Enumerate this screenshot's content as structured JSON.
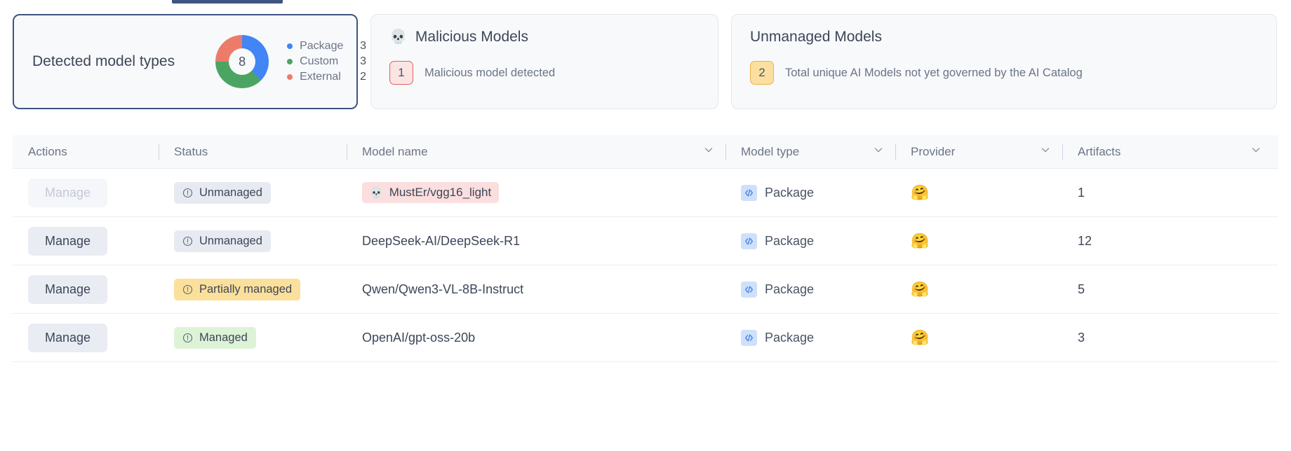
{
  "tab_strip": {
    "active_tab_indicator": "active-tab"
  },
  "cards": {
    "detected": {
      "title": "Detected model types",
      "center_total": "8",
      "legend": [
        {
          "label": "Package",
          "value": "3",
          "color": "#4285f4"
        },
        {
          "label": "Custom",
          "value": "3",
          "color": "#4ca463"
        },
        {
          "label": "External",
          "value": "2",
          "color": "#ec7b6a"
        }
      ]
    },
    "malicious": {
      "icon": "skull-icon",
      "title": "Malicious Models",
      "count": "1",
      "description": "Malicious model detected"
    },
    "unmanaged": {
      "title": "Unmanaged Models",
      "count": "2",
      "description": "Total unique AI Models not yet governed by the AI Catalog"
    }
  },
  "table": {
    "columns": [
      {
        "label": "Actions",
        "sortable": false
      },
      {
        "label": "Status",
        "sortable": false
      },
      {
        "label": "Model name",
        "sortable": true
      },
      {
        "label": "Model type",
        "sortable": true
      },
      {
        "label": "Provider",
        "sortable": true
      },
      {
        "label": "Artifacts",
        "sortable": true
      }
    ],
    "rows": [
      {
        "action_label": "Manage",
        "action_disabled": true,
        "status": "Unmanaged",
        "status_style": "grey",
        "model_name": "MustEr/vgg16_light",
        "malicious": true,
        "model_type": "Package",
        "provider_icon": "huggingface-icon",
        "provider_glyph": "🤗",
        "artifacts": "1"
      },
      {
        "action_label": "Manage",
        "action_disabled": false,
        "status": "Unmanaged",
        "status_style": "grey",
        "model_name": "DeepSeek-AI/DeepSeek-R1",
        "malicious": false,
        "model_type": "Package",
        "provider_icon": "huggingface-icon",
        "provider_glyph": "🤗",
        "artifacts": "12"
      },
      {
        "action_label": "Manage",
        "action_disabled": false,
        "status": "Partially managed",
        "status_style": "amber",
        "model_name": "Qwen/Qwen3-VL-8B-Instruct",
        "malicious": false,
        "model_type": "Package",
        "provider_icon": "huggingface-icon",
        "provider_glyph": "🤗",
        "artifacts": "5"
      },
      {
        "action_label": "Manage",
        "action_disabled": false,
        "status": "Managed",
        "status_style": "green",
        "model_name": "OpenAI/gpt-oss-20b",
        "malicious": false,
        "model_type": "Package",
        "provider_icon": "huggingface-icon",
        "provider_glyph": "🤗",
        "artifacts": "3"
      }
    ]
  },
  "chart_data": {
    "type": "pie",
    "title": "Detected model types",
    "categories": [
      "Package",
      "Custom",
      "External"
    ],
    "values": [
      3,
      3,
      2
    ],
    "colors": [
      "#4285f4",
      "#4ca463",
      "#ec7b6a"
    ],
    "total": 8,
    "legend_position": "right",
    "donut": true
  },
  "theme": {
    "accent": "#3f5580",
    "danger": "#e06161",
    "warning": "#e8b44a",
    "success": "#4ca463",
    "card_bg": "#f8f9fb"
  }
}
